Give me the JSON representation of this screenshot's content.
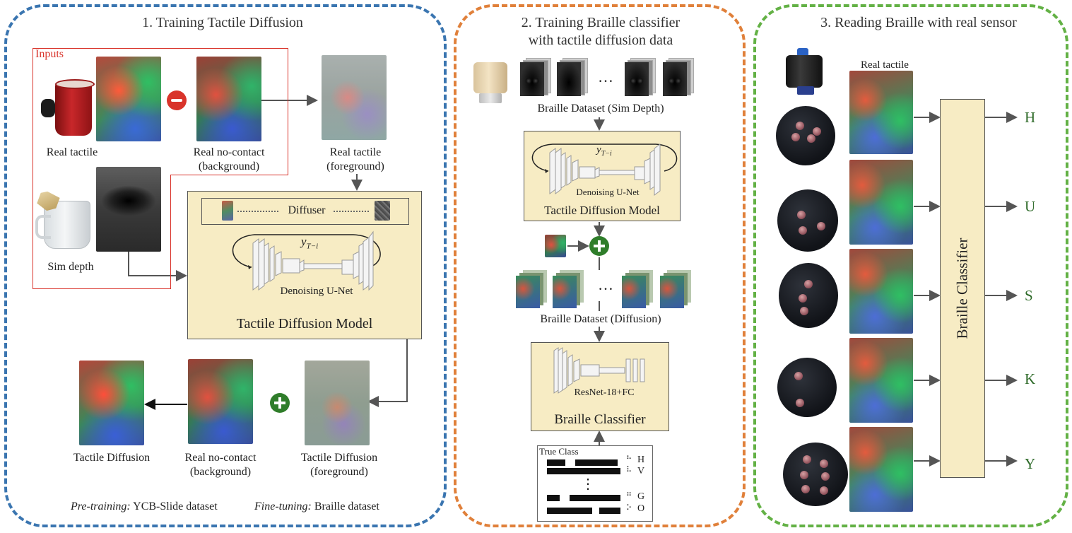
{
  "panel1": {
    "title": "1. Training Tactile Diffusion",
    "inputs_label": "Inputs",
    "real_tactile": "Real tactile",
    "real_nocontact_1": "Real no-contact",
    "real_nocontact_2": "(background)",
    "real_tactile_fg_1": "Real tactile",
    "real_tactile_fg_2": "(foreground)",
    "sim_depth": "Sim depth",
    "diffuser": "Diffuser",
    "y_label": "y",
    "y_sub": "T−i",
    "unet": "Denoising U-Net",
    "model": "Tactile Diffusion Model",
    "out_diffusion": "Tactile Diffusion",
    "out_nocontact_1": "Real no-contact",
    "out_nocontact_2": "(background)",
    "out_fg_1": "Tactile Diffusion",
    "out_fg_2": "(foreground)",
    "pretrain_label": "Pre-training:",
    "pretrain_value": "YCB-Slide dataset",
    "finetune_label": "Fine-tuning:",
    "finetune_value": "Braille dataset",
    "color": "#3a75b0"
  },
  "panel2": {
    "title_1": "2. Training Braille classifier",
    "title_2": "with tactile diffusion data",
    "ellipsis": "…",
    "sim_dataset": "Braille Dataset (Sim Depth)",
    "y_label": "y",
    "y_sub": "T−i",
    "unet": "Denoising U-Net",
    "model": "Tactile Diffusion Model",
    "diff_dataset": "Braille Dataset (Diffusion)",
    "resnet": "ResNet-18+FC",
    "classifier": "Braille Classifier",
    "true_class": "True Class",
    "classes": [
      "H",
      "V",
      "G",
      "O"
    ],
    "vdots": "⋮",
    "color": "#e0803a"
  },
  "panel3": {
    "title": "3. Reading Braille with real sensor",
    "real_tactile": "Real tactile",
    "classifier": "Braille Classifier",
    "outputs": [
      "H",
      "U",
      "S",
      "K",
      "Y"
    ],
    "color": "#63b145"
  },
  "colors": {
    "yellow_box": "#f7ecc4",
    "inputs_red": "#d9342b",
    "plus_green": "#2f7d2a",
    "minus_red": "#d9342b",
    "letter_green": "#2f6b2a"
  }
}
